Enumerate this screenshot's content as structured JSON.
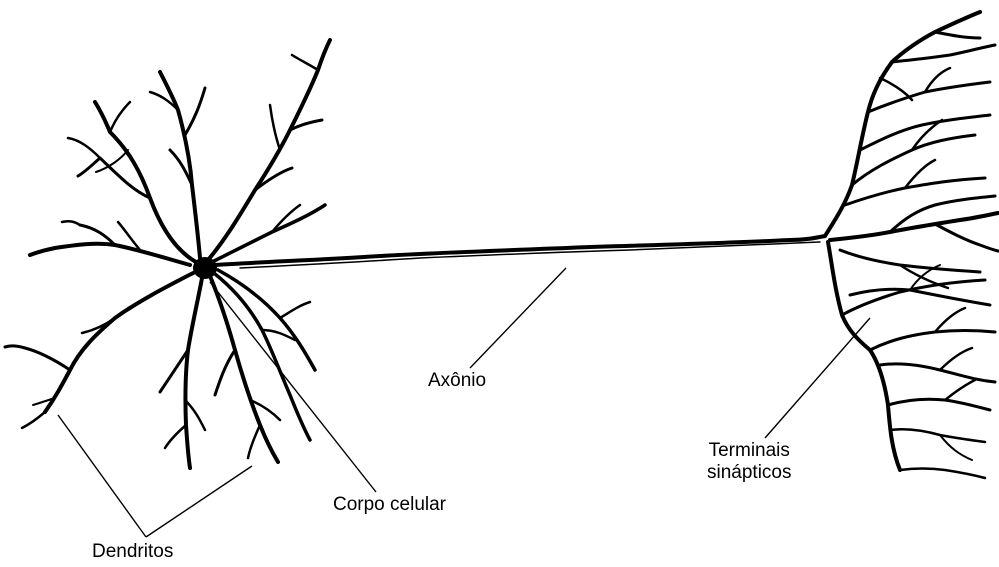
{
  "labels": {
    "dendrites": "Dendritos",
    "cell_body": "Corpo celular",
    "axon": "Axônio",
    "terminals_line1": "Terminais",
    "terminals_line2": "sinápticos"
  },
  "colors": {
    "ink": "#000000",
    "background": "#ffffff"
  }
}
